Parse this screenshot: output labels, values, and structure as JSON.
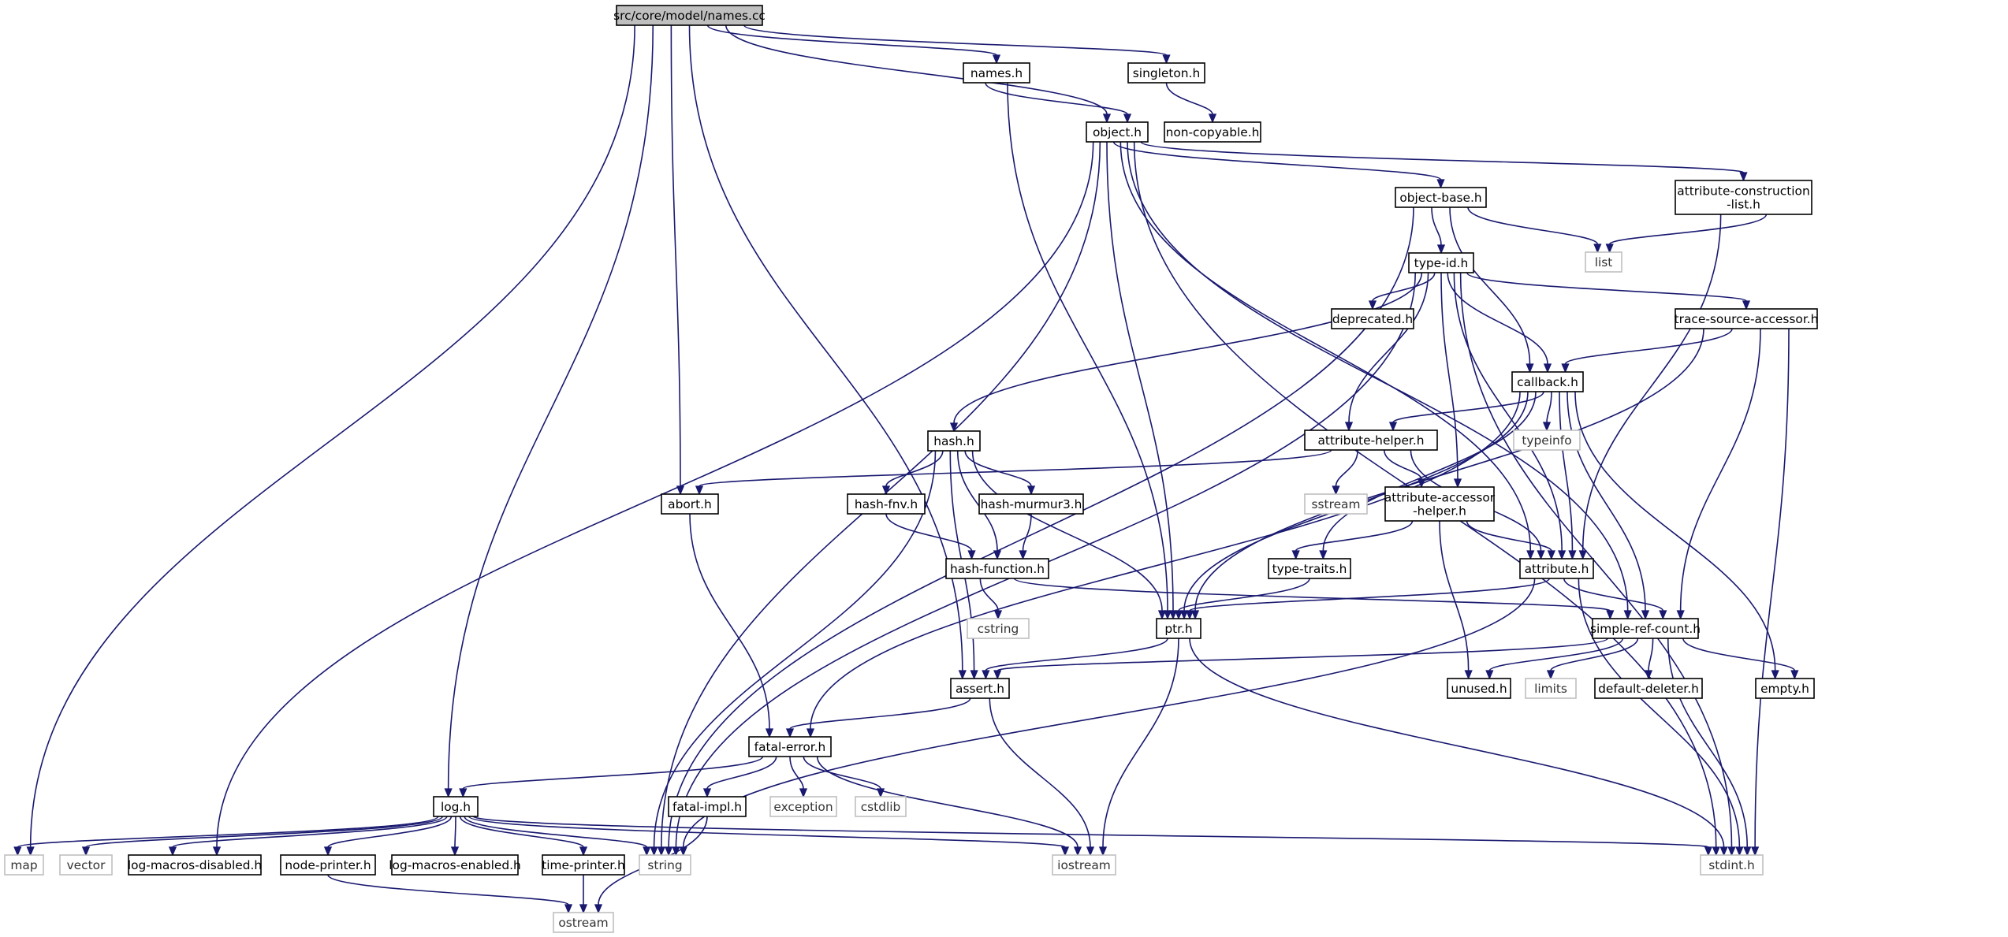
{
  "graph": {
    "root": "src/core/model/names.cc",
    "colors": {
      "edge": "#191970",
      "root_fill": "#bfbfbf",
      "local_border": "#000000",
      "system_border": "#bfbfbf"
    },
    "nodes": [
      {
        "id": "names_cc",
        "lines": [
          "src/core/model/names.cc"
        ],
        "kind": "root"
      },
      {
        "id": "names_h",
        "lines": [
          "names.h"
        ],
        "kind": "local"
      },
      {
        "id": "singleton_h",
        "lines": [
          "singleton.h"
        ],
        "kind": "local"
      },
      {
        "id": "non_copyable_h",
        "lines": [
          "non-copyable.h"
        ],
        "kind": "local"
      },
      {
        "id": "object_h",
        "lines": [
          "object.h"
        ],
        "kind": "local"
      },
      {
        "id": "object_base_h",
        "lines": [
          "object-base.h"
        ],
        "kind": "local"
      },
      {
        "id": "attr_constr_list_h",
        "lines": [
          "attribute-construction",
          "-list.h"
        ],
        "kind": "local"
      },
      {
        "id": "list",
        "lines": [
          "list"
        ],
        "kind": "system"
      },
      {
        "id": "type_id_h",
        "lines": [
          "type-id.h"
        ],
        "kind": "local"
      },
      {
        "id": "deprecated_h",
        "lines": [
          "deprecated.h"
        ],
        "kind": "local"
      },
      {
        "id": "trace_src_acc_h",
        "lines": [
          "trace-source-accessor.h"
        ],
        "kind": "local"
      },
      {
        "id": "callback_h",
        "lines": [
          "callback.h"
        ],
        "kind": "local"
      },
      {
        "id": "typeinfo",
        "lines": [
          "typeinfo"
        ],
        "kind": "system"
      },
      {
        "id": "hash_h",
        "lines": [
          "hash.h"
        ],
        "kind": "local"
      },
      {
        "id": "attr_helper_h",
        "lines": [
          "attribute-helper.h"
        ],
        "kind": "local"
      },
      {
        "id": "abort_h",
        "lines": [
          "abort.h"
        ],
        "kind": "local"
      },
      {
        "id": "hash_fnv_h",
        "lines": [
          "hash-fnv.h"
        ],
        "kind": "local"
      },
      {
        "id": "hash_murmur3_h",
        "lines": [
          "hash-murmur3.h"
        ],
        "kind": "local"
      },
      {
        "id": "sstream",
        "lines": [
          "sstream"
        ],
        "kind": "system"
      },
      {
        "id": "attr_acc_helper_h",
        "lines": [
          "attribute-accessor",
          "-helper.h"
        ],
        "kind": "local"
      },
      {
        "id": "hash_function_h",
        "lines": [
          "hash-function.h"
        ],
        "kind": "local"
      },
      {
        "id": "type_traits_h",
        "lines": [
          "type-traits.h"
        ],
        "kind": "local"
      },
      {
        "id": "attribute_h",
        "lines": [
          "attribute.h"
        ],
        "kind": "local"
      },
      {
        "id": "cstring",
        "lines": [
          "cstring"
        ],
        "kind": "system"
      },
      {
        "id": "ptr_h",
        "lines": [
          "ptr.h"
        ],
        "kind": "local"
      },
      {
        "id": "simple_ref_count_h",
        "lines": [
          "simple-ref-count.h"
        ],
        "kind": "local"
      },
      {
        "id": "assert_h",
        "lines": [
          "assert.h"
        ],
        "kind": "local"
      },
      {
        "id": "unused_h",
        "lines": [
          "unused.h"
        ],
        "kind": "local"
      },
      {
        "id": "limits",
        "lines": [
          "limits"
        ],
        "kind": "system"
      },
      {
        "id": "default_deleter_h",
        "lines": [
          "default-deleter.h"
        ],
        "kind": "local"
      },
      {
        "id": "empty_h",
        "lines": [
          "empty.h"
        ],
        "kind": "local"
      },
      {
        "id": "fatal_error_h",
        "lines": [
          "fatal-error.h"
        ],
        "kind": "local"
      },
      {
        "id": "log_h",
        "lines": [
          "log.h"
        ],
        "kind": "local"
      },
      {
        "id": "fatal_impl_h",
        "lines": [
          "fatal-impl.h"
        ],
        "kind": "local"
      },
      {
        "id": "exception",
        "lines": [
          "exception"
        ],
        "kind": "system"
      },
      {
        "id": "cstdlib",
        "lines": [
          "cstdlib"
        ],
        "kind": "system"
      },
      {
        "id": "map",
        "lines": [
          "map"
        ],
        "kind": "system"
      },
      {
        "id": "vector",
        "lines": [
          "vector"
        ],
        "kind": "system"
      },
      {
        "id": "log_macros_disabled_h",
        "lines": [
          "log-macros-disabled.h"
        ],
        "kind": "local"
      },
      {
        "id": "node_printer_h",
        "lines": [
          "node-printer.h"
        ],
        "kind": "local"
      },
      {
        "id": "log_macros_enabled_h",
        "lines": [
          "log-macros-enabled.h"
        ],
        "kind": "local"
      },
      {
        "id": "time_printer_h",
        "lines": [
          "time-printer.h"
        ],
        "kind": "local"
      },
      {
        "id": "string",
        "lines": [
          "string"
        ],
        "kind": "system"
      },
      {
        "id": "iostream",
        "lines": [
          "iostream"
        ],
        "kind": "system"
      },
      {
        "id": "stdint_h",
        "lines": [
          "stdint.h"
        ],
        "kind": "system"
      },
      {
        "id": "ostream",
        "lines": [
          "ostream"
        ],
        "kind": "system"
      }
    ],
    "edges": [
      [
        "names_cc",
        "names_h"
      ],
      [
        "names_cc",
        "singleton_h"
      ],
      [
        "names_cc",
        "object_h"
      ],
      [
        "names_cc",
        "map"
      ],
      [
        "names_cc",
        "log_h"
      ],
      [
        "names_cc",
        "abort_h"
      ],
      [
        "names_cc",
        "assert_h"
      ],
      [
        "names_h",
        "object_h"
      ],
      [
        "names_h",
        "ptr_h"
      ],
      [
        "singleton_h",
        "non_copyable_h"
      ],
      [
        "object_h",
        "object_base_h"
      ],
      [
        "object_h",
        "attr_constr_list_h"
      ],
      [
        "object_h",
        "ptr_h"
      ],
      [
        "object_h",
        "attribute_h"
      ],
      [
        "object_h",
        "simple_ref_count_h"
      ],
      [
        "object_h",
        "stdint_h"
      ],
      [
        "object_h",
        "string"
      ],
      [
        "object_h",
        "log_macros_disabled_h"
      ],
      [
        "object_base_h",
        "type_id_h"
      ],
      [
        "object_base_h",
        "callback_h"
      ],
      [
        "object_base_h",
        "list"
      ],
      [
        "object_base_h",
        "string"
      ],
      [
        "attr_constr_list_h",
        "list"
      ],
      [
        "attr_constr_list_h",
        "attribute_h"
      ],
      [
        "type_id_h",
        "deprecated_h"
      ],
      [
        "type_id_h",
        "trace_src_acc_h"
      ],
      [
        "type_id_h",
        "callback_h"
      ],
      [
        "type_id_h",
        "hash_h"
      ],
      [
        "type_id_h",
        "attr_helper_h"
      ],
      [
        "type_id_h",
        "attr_acc_helper_h"
      ],
      [
        "type_id_h",
        "attribute_h"
      ],
      [
        "type_id_h",
        "stdint_h"
      ],
      [
        "type_id_h",
        "string"
      ],
      [
        "trace_src_acc_h",
        "callback_h"
      ],
      [
        "trace_src_acc_h",
        "ptr_h"
      ],
      [
        "trace_src_acc_h",
        "simple_ref_count_h"
      ],
      [
        "trace_src_acc_h",
        "stdint_h"
      ],
      [
        "callback_h",
        "typeinfo"
      ],
      [
        "callback_h",
        "attr_helper_h"
      ],
      [
        "callback_h",
        "type_traits_h"
      ],
      [
        "callback_h",
        "attribute_h"
      ],
      [
        "callback_h",
        "ptr_h"
      ],
      [
        "callback_h",
        "simple_ref_count_h"
      ],
      [
        "callback_h",
        "empty_h"
      ],
      [
        "callback_h",
        "fatal_error_h"
      ],
      [
        "hash_h",
        "hash_fnv_h"
      ],
      [
        "hash_h",
        "hash_murmur3_h"
      ],
      [
        "hash_h",
        "hash_function_h"
      ],
      [
        "hash_h",
        "ptr_h"
      ],
      [
        "hash_h",
        "assert_h"
      ],
      [
        "hash_h",
        "string"
      ],
      [
        "attr_helper_h",
        "abort_h"
      ],
      [
        "attr_helper_h",
        "sstream"
      ],
      [
        "attr_helper_h",
        "attr_acc_helper_h"
      ],
      [
        "attr_helper_h",
        "attribute_h"
      ],
      [
        "abort_h",
        "fatal_error_h"
      ],
      [
        "hash_fnv_h",
        "hash_function_h"
      ],
      [
        "hash_murmur3_h",
        "hash_function_h"
      ],
      [
        "attr_acc_helper_h",
        "type_traits_h"
      ],
      [
        "attr_acc_helper_h",
        "attribute_h"
      ],
      [
        "attr_acc_helper_h",
        "unused_h"
      ],
      [
        "hash_function_h",
        "cstring"
      ],
      [
        "hash_function_h",
        "simple_ref_count_h"
      ],
      [
        "type_traits_h",
        "ptr_h"
      ],
      [
        "attribute_h",
        "ptr_h"
      ],
      [
        "attribute_h",
        "simple_ref_count_h"
      ],
      [
        "attribute_h",
        "string"
      ],
      [
        "attribute_h",
        "stdint_h"
      ],
      [
        "ptr_h",
        "assert_h"
      ],
      [
        "ptr_h",
        "iostream"
      ],
      [
        "ptr_h",
        "stdint_h"
      ],
      [
        "simple_ref_count_h",
        "assert_h"
      ],
      [
        "simple_ref_count_h",
        "unused_h"
      ],
      [
        "simple_ref_count_h",
        "limits"
      ],
      [
        "simple_ref_count_h",
        "default_deleter_h"
      ],
      [
        "simple_ref_count_h",
        "empty_h"
      ],
      [
        "simple_ref_count_h",
        "stdint_h"
      ],
      [
        "assert_h",
        "fatal_error_h"
      ],
      [
        "assert_h",
        "iostream"
      ],
      [
        "fatal_error_h",
        "log_h"
      ],
      [
        "fatal_error_h",
        "fatal_impl_h"
      ],
      [
        "fatal_error_h",
        "exception"
      ],
      [
        "fatal_error_h",
        "cstdlib"
      ],
      [
        "fatal_error_h",
        "iostream"
      ],
      [
        "fatal_impl_h",
        "ostream"
      ],
      [
        "log_h",
        "map"
      ],
      [
        "log_h",
        "vector"
      ],
      [
        "log_h",
        "log_macros_disabled_h"
      ],
      [
        "log_h",
        "node_printer_h"
      ],
      [
        "log_h",
        "log_macros_enabled_h"
      ],
      [
        "log_h",
        "time_printer_h"
      ],
      [
        "log_h",
        "string"
      ],
      [
        "log_h",
        "iostream"
      ],
      [
        "log_h",
        "stdint_h"
      ],
      [
        "node_printer_h",
        "ostream"
      ],
      [
        "time_printer_h",
        "ostream"
      ]
    ]
  }
}
